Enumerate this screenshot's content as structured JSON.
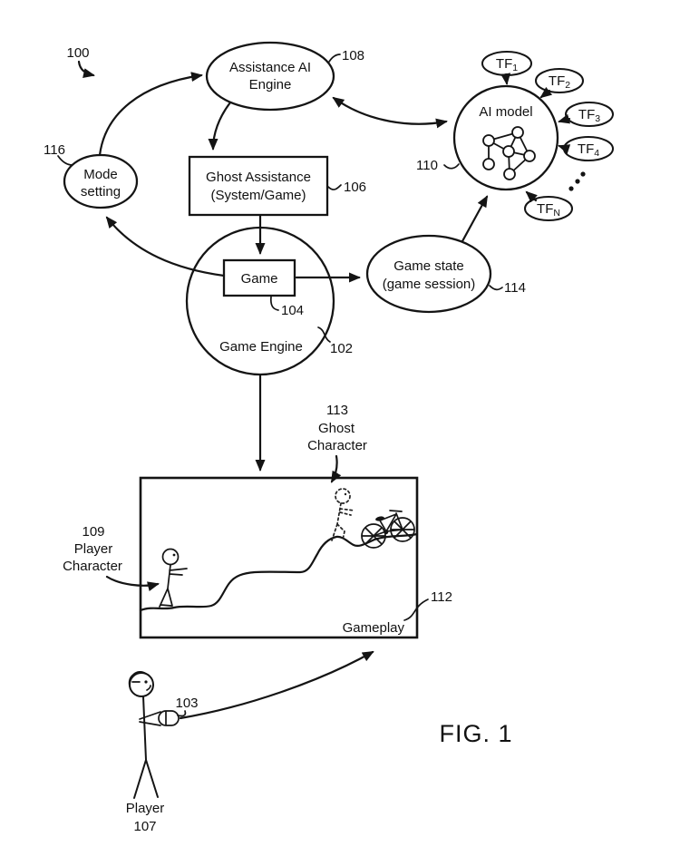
{
  "figure": {
    "ref": "100",
    "caption": "FIG. 1"
  },
  "nodes": {
    "assistance_engine": {
      "label_line1": "Assistance AI",
      "label_line2": "Engine",
      "ref": "108"
    },
    "mode_setting": {
      "label_line1": "Mode",
      "label_line2": "setting",
      "ref": "116"
    },
    "ghost_assistance": {
      "label_line1": "Ghost Assistance",
      "label_line2": "(System/Game)",
      "ref": "106"
    },
    "game": {
      "label": "Game",
      "ref": "104"
    },
    "game_engine": {
      "label": "Game Engine",
      "ref": "102"
    },
    "game_state": {
      "label_line1": "Game state",
      "label_line2": "(game session)",
      "ref": "114"
    },
    "ai_model": {
      "label": "AI model",
      "ref": "110"
    },
    "gameplay": {
      "label": "Gameplay",
      "ref": "112"
    }
  },
  "tf_inputs": [
    {
      "base": "TF",
      "sub": "1"
    },
    {
      "base": "TF",
      "sub": "2"
    },
    {
      "base": "TF",
      "sub": "3"
    },
    {
      "base": "TF",
      "sub": "4"
    },
    {
      "base": "TF",
      "sub": "N"
    }
  ],
  "annotations": {
    "ghost_character": {
      "ref": "113",
      "line1": "Ghost",
      "line2": "Character"
    },
    "player_character": {
      "ref": "109",
      "line1": "Player",
      "line2": "Character"
    },
    "controller": {
      "ref": "103"
    },
    "player": {
      "label": "Player",
      "ref": "107"
    }
  }
}
